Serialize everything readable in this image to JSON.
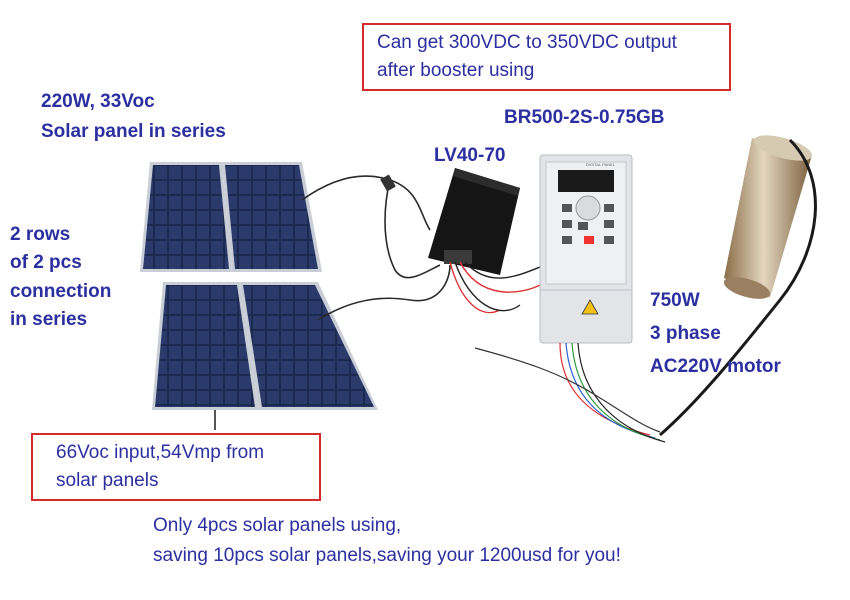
{
  "callouts": {
    "booster_output": [
      "Can get 300VDC to 350VDC output",
      "after booster using"
    ],
    "input": [
      "66Voc input,54Vmp from",
      "solar panels"
    ]
  },
  "labels": {
    "panel_spec": [
      "220W, 33Voc",
      "Solar panel in series"
    ],
    "rows": [
      "2 rows",
      "of 2 pcs",
      "connection",
      "in series"
    ],
    "booster_model": "LV40-70",
    "inverter_model": "BR500-2S-0.75GB",
    "motor": [
      "750W",
      "3 phase",
      "AC220V motor"
    ]
  },
  "footer": [
    "Only 4pcs solar panels using,",
    "saving 10pcs solar panels,saving your 1200usd for you!"
  ],
  "device": {
    "panel_brand": "DIGITAL PANEL"
  },
  "colors": {
    "text": "#2b2fa0",
    "callout_border": "#d42a2a",
    "panel_cell": "#1c2a52",
    "panel_frame": "#c9ced6"
  }
}
